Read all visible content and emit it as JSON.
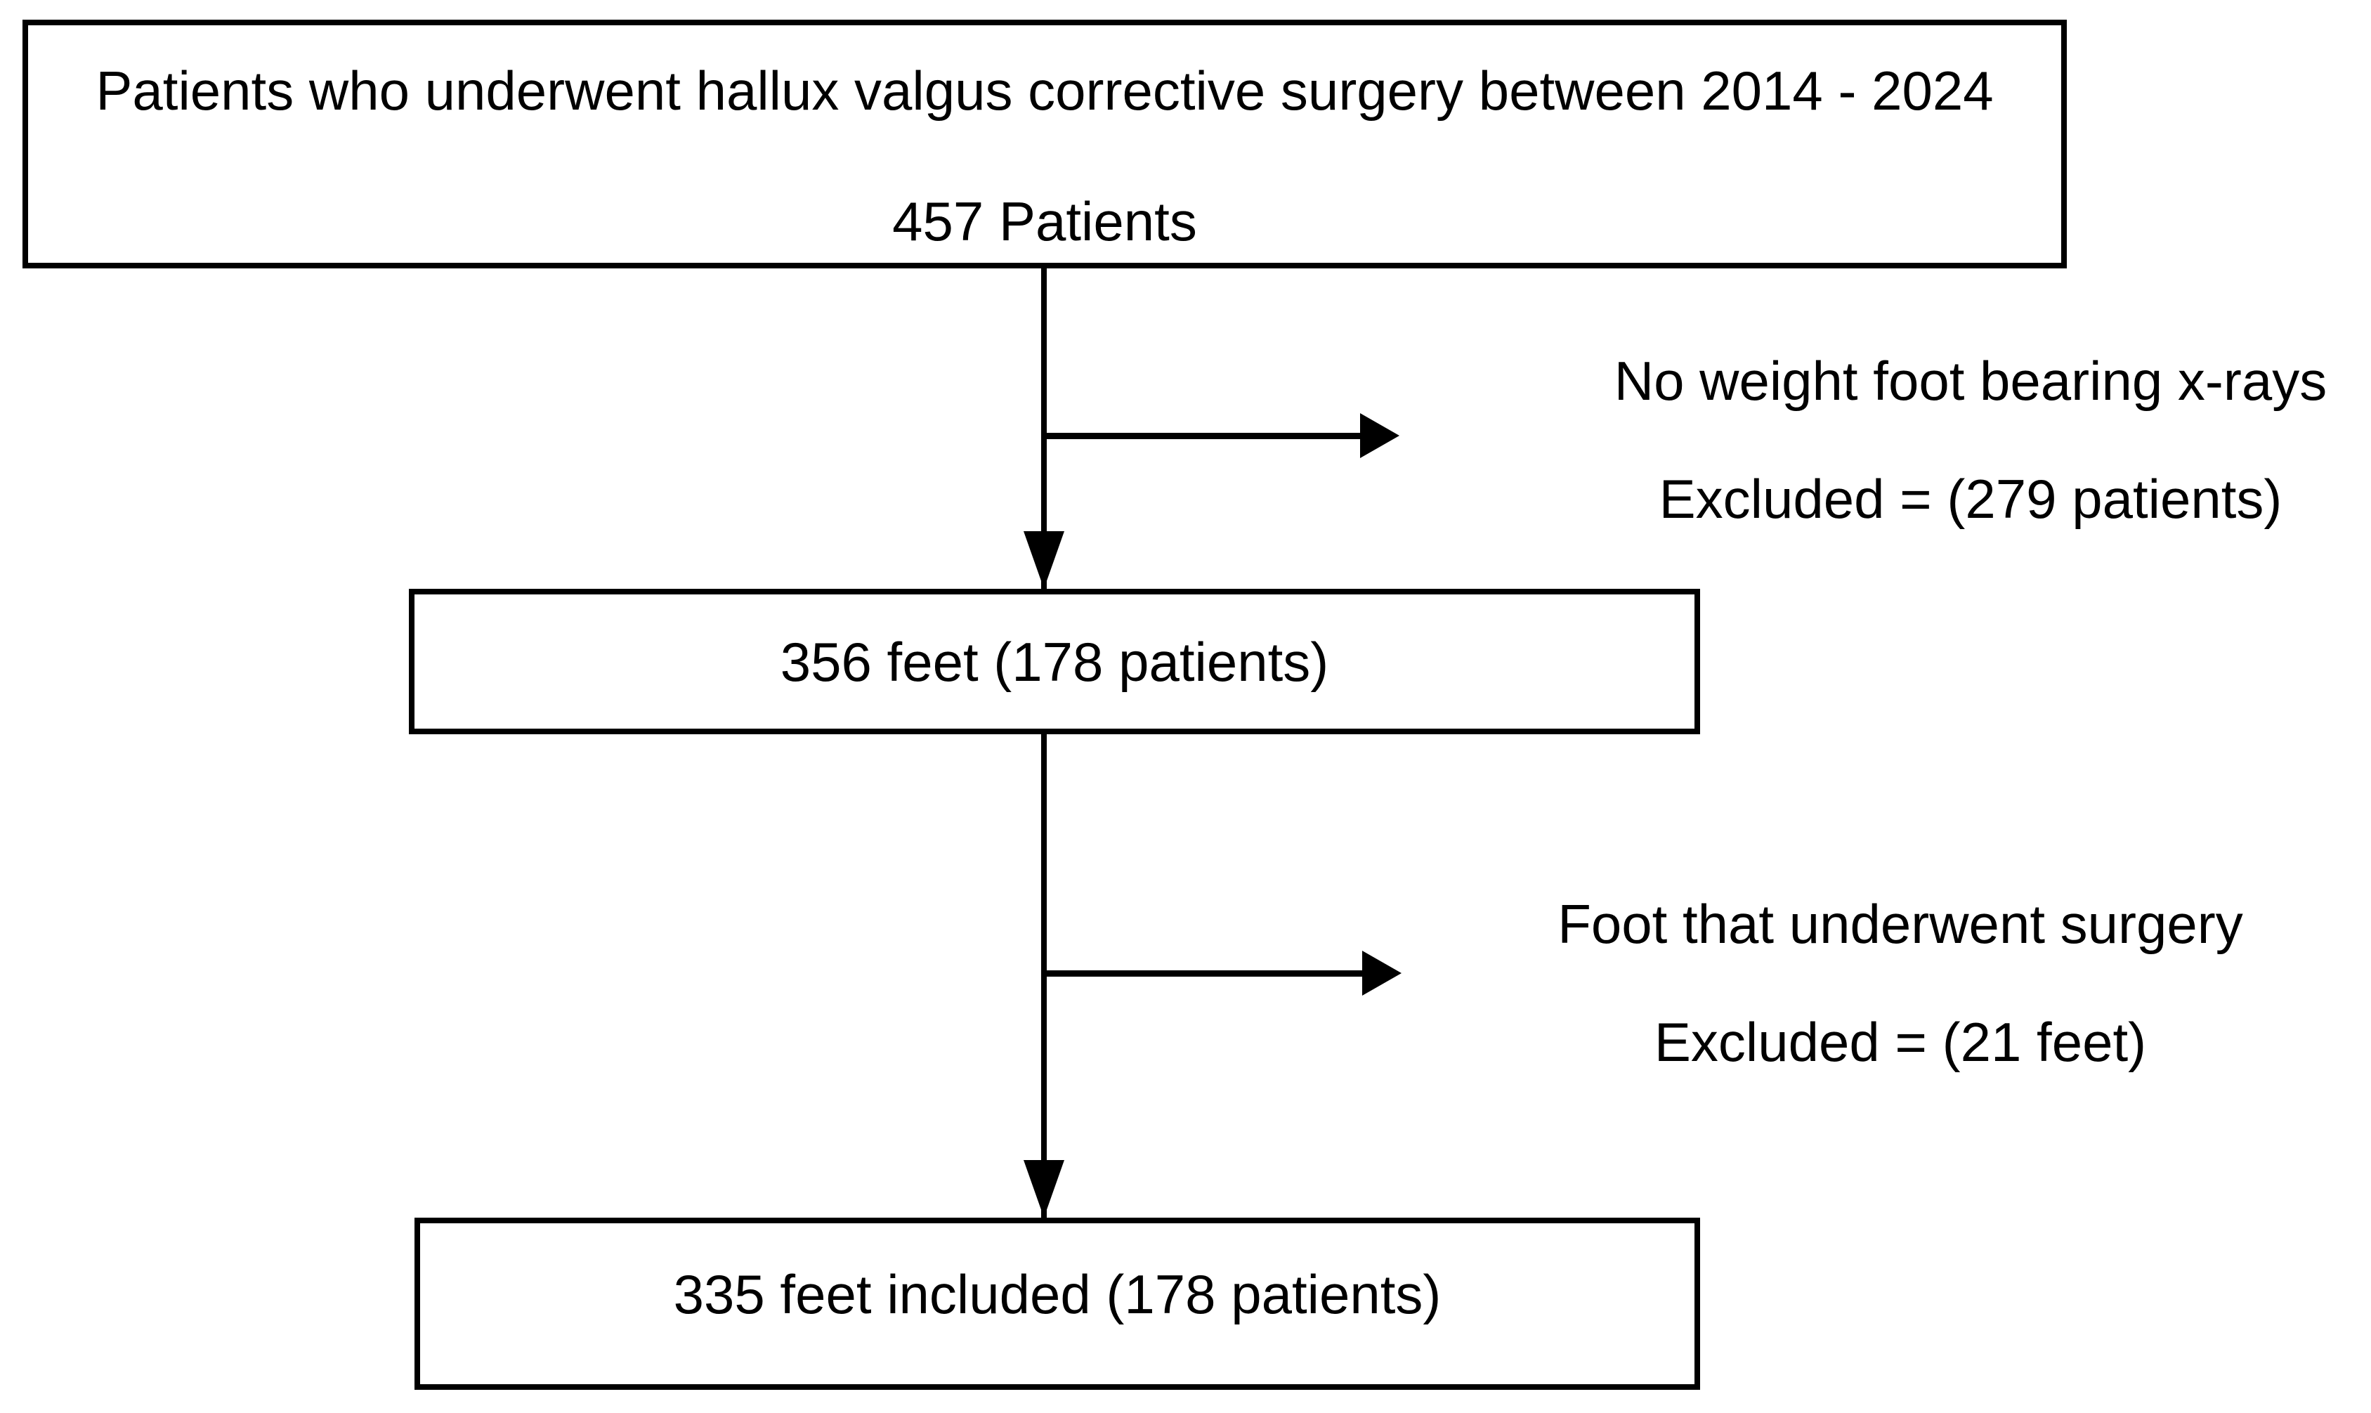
{
  "diagram": {
    "title_hint": "Patient selection flowchart",
    "colors": {
      "background": "#ffffff",
      "box_border": "#000000",
      "line": "#000000",
      "text": "#000000"
    },
    "flow": {
      "initial": {
        "title": "Patients who underwent hallux valgus corrective surgery between 2014 - 2024",
        "count": "457 Patients"
      },
      "exclusion1": {
        "reason": "No weight foot bearing x-rays",
        "count": "Excluded = (279 patients)"
      },
      "after_exclusion1": {
        "label": "356 feet (178 patients)"
      },
      "exclusion2": {
        "reason": "Foot that underwent surgery",
        "count": "Excluded = (21 feet)"
      },
      "final": {
        "label": "335 feet included (178 patients)"
      }
    }
  }
}
